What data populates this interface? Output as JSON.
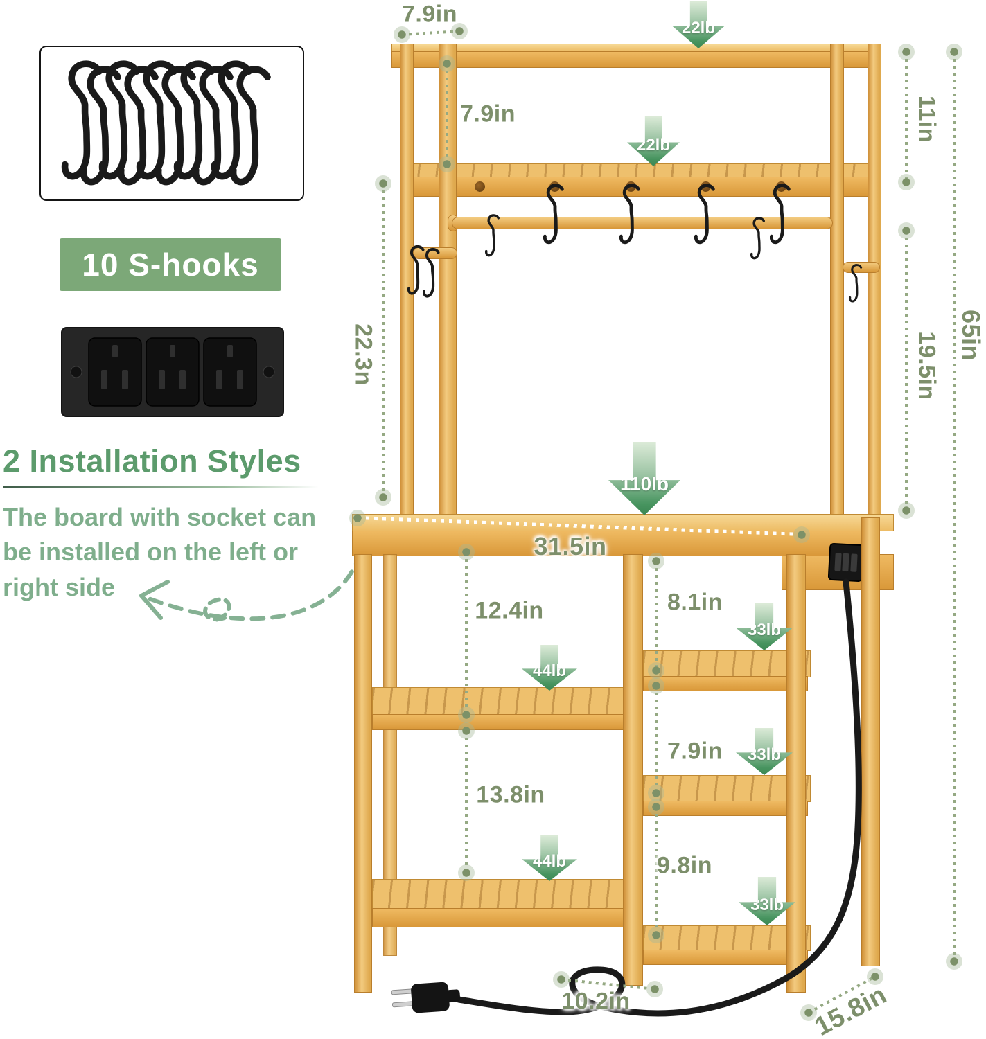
{
  "promo": {
    "s_hooks_badge": "10 S-hooks",
    "installation_title": "2 Installation Styles",
    "installation_desc": "The board with socket can be installed on the left or right side"
  },
  "dimensions": {
    "top_depth": "7.9in",
    "hutch_shelf_gap": "7.9in",
    "hutch_upper_height": "11in",
    "hutch_lower_height": "19.5in",
    "total_height": "65in",
    "hutch_clearance": "22.3n",
    "table_width": "31.5in",
    "left_upper_gap": "12.4in",
    "left_lower_gap": "13.8in",
    "right_gap_1": "8.1in",
    "right_gap_2": "7.9in",
    "right_gap_3": "9.8in",
    "bottom_right_width": "10.2in",
    "depth": "15.8in"
  },
  "capacities": {
    "top_shelf": "22lb",
    "second_shelf": "22lb",
    "tabletop": "110lb",
    "left_shelf_upper": "44lb",
    "left_shelf_lower": "44lb",
    "right_shelf_1": "33lb",
    "right_shelf_2": "33lb",
    "right_shelf_3": "33lb"
  },
  "icons": {
    "s_hook": "s-hook-icon",
    "power_outlet": "power-outlet-icon",
    "power_plug": "power-plug-icon",
    "swap_arrow": "curved-dashed-arrow-icon"
  },
  "colors": {
    "dimension_text": "#7D8F6B",
    "arrow_green_dark": "#47945F",
    "arrow_green_light": "#DCEBD8",
    "badge_green": "#7CA878",
    "heading_green": "#5C9B6C",
    "body_green": "#7FAE8C",
    "wood_light": "#F7D996",
    "wood_mid": "#EFBA62",
    "wood_dark": "#D99839",
    "hook_black": "#1A1A1A"
  }
}
